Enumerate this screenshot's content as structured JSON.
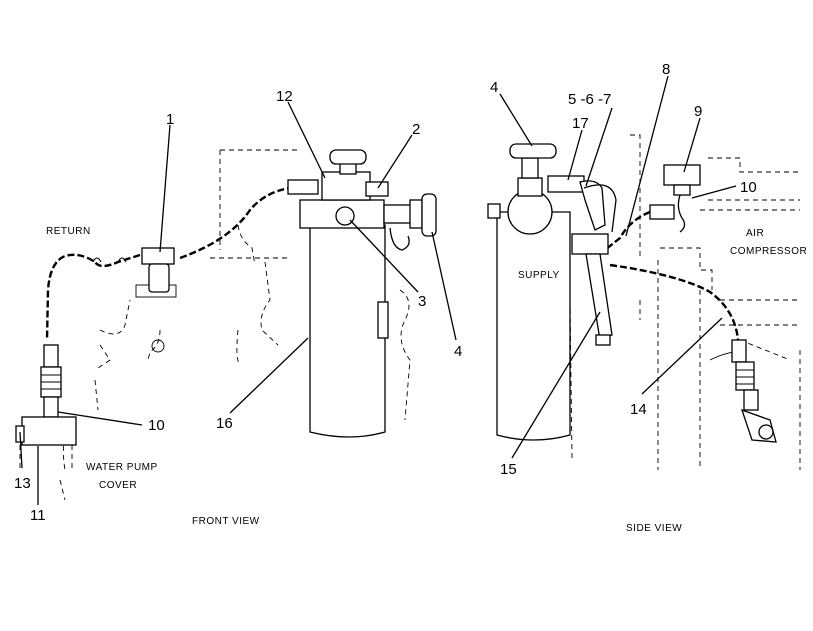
{
  "callouts": {
    "c1": "1",
    "c2": "2",
    "c3": "3",
    "c4a": "4",
    "c10a": "10",
    "c11": "11",
    "c12": "12",
    "c13": "13",
    "c16": "16",
    "c4b": "4",
    "c5": "5 -6 -7",
    "c8": "8",
    "c9": "9",
    "c10b": "10",
    "c14": "14",
    "c15": "15",
    "c17": "17"
  },
  "labels": {
    "return": "RETURN",
    "water_pump_1": "WATER PUMP",
    "water_pump_2": "COVER",
    "front_view": "FRONT VIEW",
    "supply": "SUPPLY",
    "air_1": "AIR",
    "air_2": "COMPRESSOR",
    "side_view": "SIDE VIEW"
  }
}
